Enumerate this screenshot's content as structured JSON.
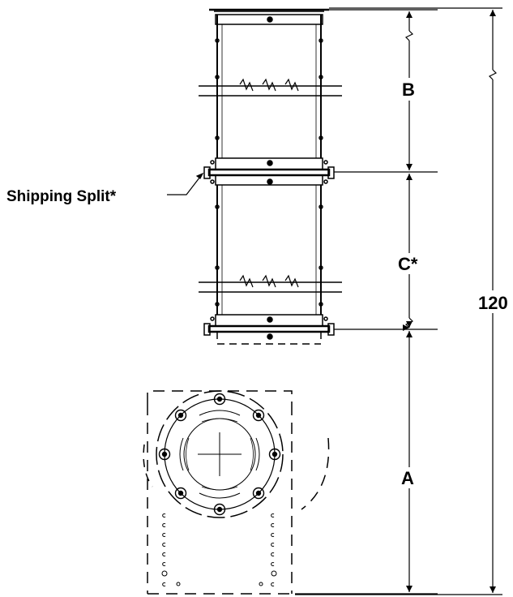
{
  "labels": {
    "shipping_split": "Shipping Split*",
    "dim_b": "B",
    "dim_c": "C*",
    "dim_a": "A",
    "dim_total": "120"
  },
  "colors": {
    "line": "#000000",
    "background": "#ffffff"
  }
}
